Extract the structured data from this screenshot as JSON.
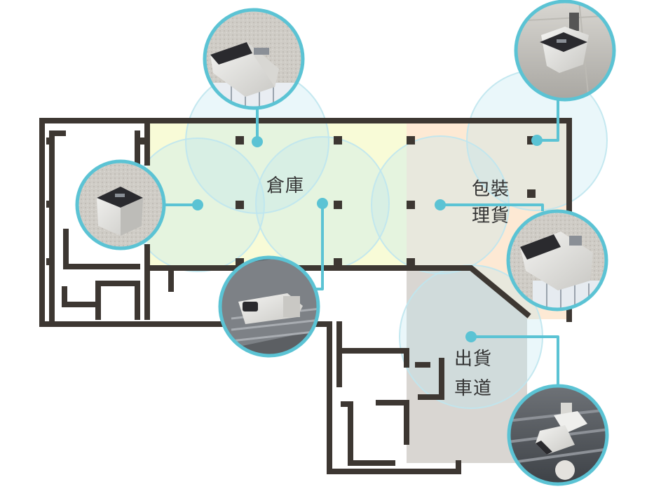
{
  "areas": {
    "warehouse": {
      "label": "倉庫",
      "color": "#f8fbd7"
    },
    "packing": {
      "label_line1": "包裝",
      "label_line2": "理貨",
      "color": "#fde9d4"
    },
    "shipping": {
      "label_line1": "出貨",
      "label_line2": "車道",
      "color": "#d9d6d2"
    }
  },
  "colors": {
    "wall": "#3d3732",
    "accent": "#5bc3d4",
    "coverage": "#bfe6ee"
  },
  "cameras": [
    {
      "id": "camera-1",
      "style": "ceiling-dome"
    },
    {
      "id": "camera-2",
      "style": "ceiling-dome"
    },
    {
      "id": "camera-3",
      "style": "box-on-ceiling"
    },
    {
      "id": "camera-4",
      "style": "underside-mount"
    },
    {
      "id": "camera-5",
      "style": "ceiling-dome"
    },
    {
      "id": "camera-6",
      "style": "bracket-mount"
    }
  ]
}
